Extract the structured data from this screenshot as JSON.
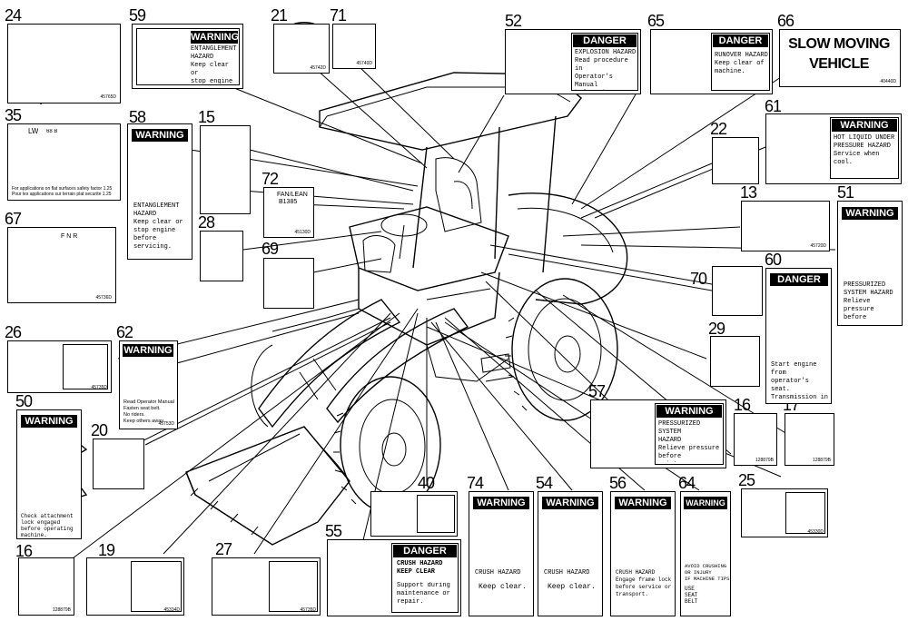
{
  "callouts": [
    "24",
    "59",
    "21",
    "71",
    "52",
    "65",
    "66",
    "35",
    "58",
    "15",
    "22",
    "61",
    "72",
    "28",
    "13",
    "51",
    "67",
    "69",
    "70",
    "60",
    "29",
    "26",
    "62",
    "16",
    "17",
    "50",
    "20",
    "57",
    "25",
    "40",
    "74",
    "54",
    "56",
    "64",
    "16",
    "19",
    "27",
    "55"
  ],
  "decals": {
    "d21": {
      "code": "45742D"
    },
    "d71": {
      "code": "45740D"
    },
    "d52": {
      "head": "DANGER",
      "body": "EXPLOSION HAZARD\nRead procedure in\nOperator's Manual\nbefore jump start or\nservice to avoid\ninjury."
    },
    "d65": {
      "head": "DANGER",
      "body": "RUNOVER HAZARD\nKeep clear of\nmachine."
    },
    "d66": {
      "line1": "SLOW MOVING",
      "line2": "VEHICLE",
      "code": "40440D"
    },
    "d35": {
      "lw": "LW",
      "lw_code": "68 B",
      "body": "For applications on flat surfaces safety factor 1.25\nPour les applications sur terrain plat securite 1.25"
    },
    "d58": {
      "head": "WARNING",
      "body": "ENTANGLEMENT\nHAZARD\nKeep clear or\nstop engine before\nservicing."
    },
    "d59": {
      "head": "WARNING",
      "body": "ENTANGLEMENT\nHAZARD\nKeep clear or\nstop engine before\nservicing."
    },
    "d61": {
      "head": "WARNING",
      "body": "HOT LIQUID UNDER\nPRESSURE HAZARD\nService when cool."
    },
    "d72": {
      "line1": "FAN/LEAN",
      "line2": "B1385",
      "code": "45130D"
    },
    "d51": {
      "head": "WARNING",
      "body": "PRESSURIZED\nSYSTEM HAZARD\nRelieve pressure\nbefore maintenance."
    },
    "d60": {
      "head": "DANGER",
      "body": "Start engine from\noperator's seat.\nTransmission in\nneutral."
    },
    "d62": {
      "head": "WARNING",
      "body": "Read Operator Manual\nFasten seat belt.\nNo riders.\nKeep others away.",
      "code": "45753D"
    },
    "d50": {
      "head": "WARNING",
      "body": "Check attachment\nlock engaged\nbefore operating\nmachine."
    },
    "d57": {
      "head": "WARNING",
      "body": "PRESSURIZED SYSTEM\nHAZARD\nRelieve pressure\nbefore maintenance."
    },
    "d74": {
      "head": "WARNING",
      "body": "CRUSH HAZARD",
      "body2": "Keep clear."
    },
    "d54": {
      "head": "WARNING",
      "body": "CRUSH HAZARD",
      "body2": "Keep clear."
    },
    "d56": {
      "head": "WARNING",
      "body": "CRUSH HAZARD\nEngage frame lock\nbefore service or\ntransport."
    },
    "d64": {
      "head": "WARNING",
      "body": "AVOID CRUSHING\nOR INJURY\nIF MACHINE TIPS",
      "body2": "USE\nSEAT\nBELT"
    },
    "d55": {
      "head": "DANGER",
      "body": "CRUSH HAZARD\nKEEP CLEAR",
      "body2": "Support during\nmaintenance or\nrepair."
    },
    "d16a": {
      "code": "128879B"
    },
    "d16b": {
      "code": "128879B"
    },
    "d17": {
      "code": "128879B"
    },
    "d25": {
      "code": "45330D"
    },
    "d19": {
      "code": "45334D"
    },
    "d27": {
      "code": "45735D"
    },
    "d26": {
      "code": "45735D"
    },
    "d67": {
      "code": "45736D",
      "letters": "F N R"
    },
    "d24": {
      "code": "45765D"
    },
    "d13": {
      "code": "45720D"
    }
  }
}
